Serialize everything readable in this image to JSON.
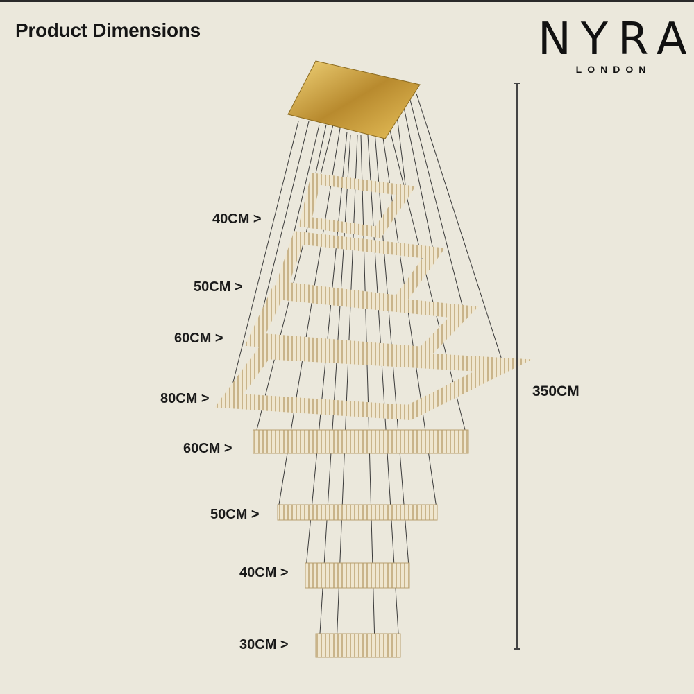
{
  "title": "Product Dimensions",
  "logo": {
    "brand": "NYRA",
    "sub": "LONDON"
  },
  "rings": [
    {
      "label": "40CM",
      "arrow": ">"
    },
    {
      "label": "50CM",
      "arrow": ">"
    },
    {
      "label": "60CM",
      "arrow": ">"
    },
    {
      "label": "80CM",
      "arrow": ">"
    },
    {
      "label": "60CM",
      "arrow": ">"
    },
    {
      "label": "50CM",
      "arrow": ">"
    },
    {
      "label": "40CM",
      "arrow": ">"
    },
    {
      "label": "30CM",
      "arrow": ">"
    }
  ],
  "total_height": "350CM",
  "colors": {
    "background": "#ebe8dc",
    "gold": "#c9a24a",
    "crystal": "#e6dcc4"
  }
}
